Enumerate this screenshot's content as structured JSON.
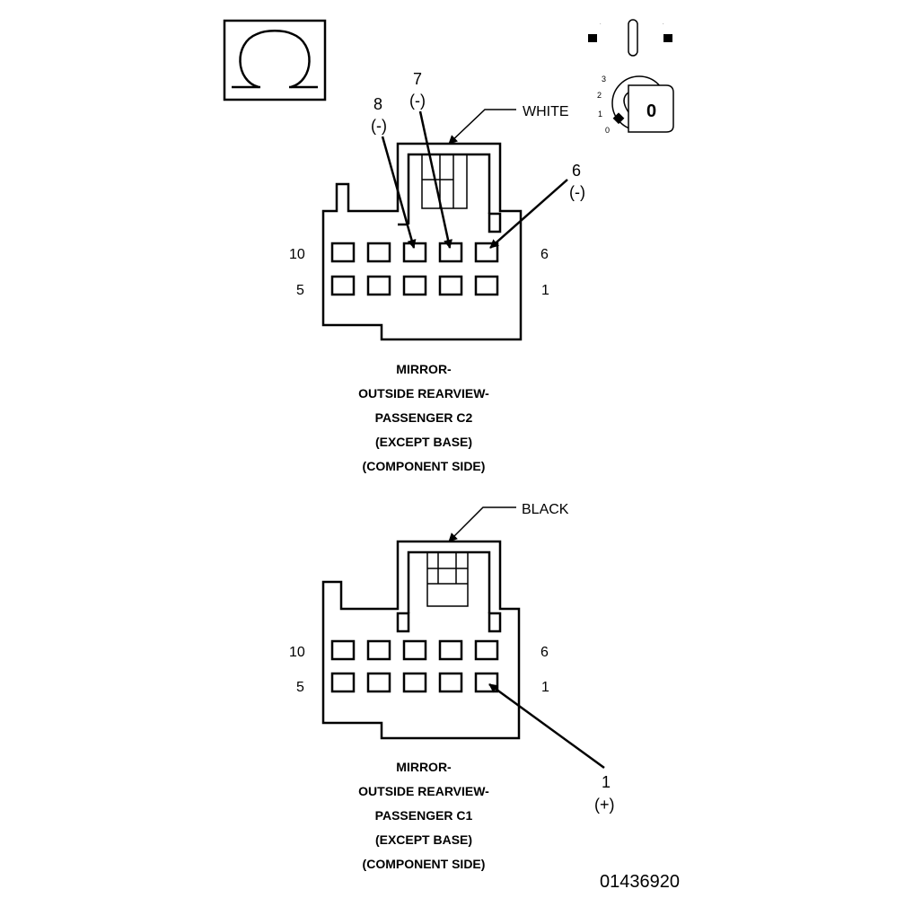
{
  "symbols": {
    "omega_icon": "omega-icon",
    "ignition_icon": "ignition-key-icon",
    "ignition_positions": [
      "3",
      "2",
      "1",
      "0"
    ],
    "ignition_key_label": "0"
  },
  "connector_c2": {
    "color_label": "WHITE",
    "row_labels": {
      "top_left": "10",
      "top_right": "6",
      "bottom_left": "5",
      "bottom_right": "1"
    },
    "callouts": [
      {
        "pin": "8",
        "polarity": "(-)"
      },
      {
        "pin": "7",
        "polarity": "(-)"
      },
      {
        "pin": "6",
        "polarity": "(-)"
      }
    ],
    "caption": [
      "MIRROR-",
      "OUTSIDE REARVIEW-",
      "PASSENGER C2",
      "(EXCEPT BASE)",
      "(COMPONENT SIDE)"
    ]
  },
  "connector_c1": {
    "color_label": "BLACK",
    "row_labels": {
      "top_left": "10",
      "top_right": "6",
      "bottom_left": "5",
      "bottom_right": "1"
    },
    "callouts": [
      {
        "pin": "1",
        "polarity": "(+)"
      }
    ],
    "caption": [
      "MIRROR-",
      "OUTSIDE REARVIEW-",
      "PASSENGER C1",
      "(EXCEPT BASE)",
      "(COMPONENT SIDE)"
    ]
  },
  "figure_number": "01436920"
}
